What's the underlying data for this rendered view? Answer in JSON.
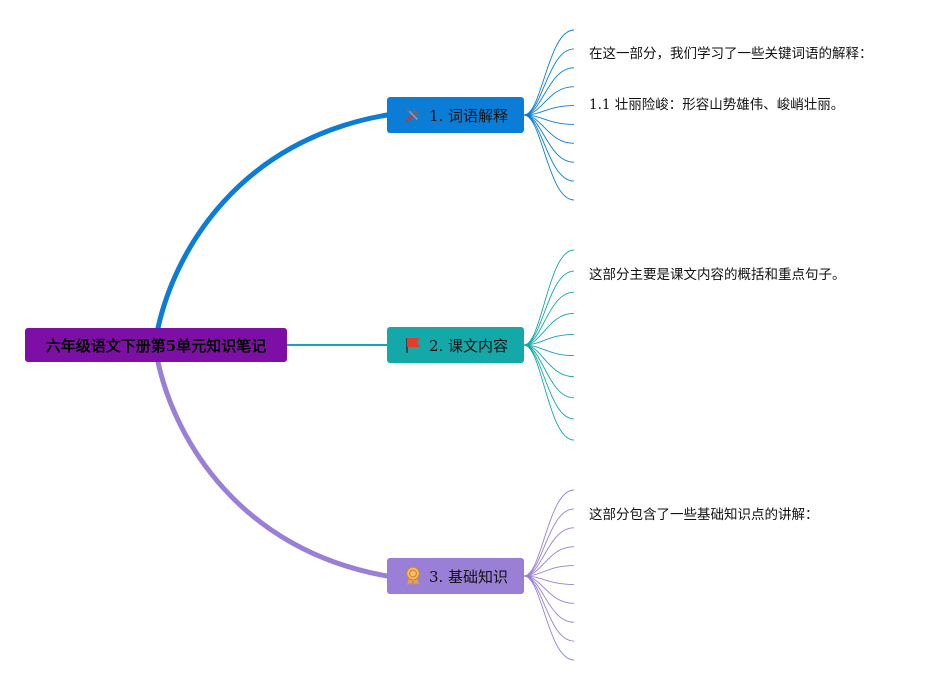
{
  "root": {
    "label": "六年级语文下册第5单元知识笔记",
    "color": "#7d0fa7"
  },
  "branches": [
    {
      "label": "1. 词语解释",
      "icon": "tools-icon",
      "color": "#0b7dd6",
      "notes": [
        "在这一部分，我们学习了一些关键词语的解释：",
        "1.1 壮丽险峻：形容山势雄伟、峻峭壮丽。"
      ]
    },
    {
      "label": "2. 课文内容",
      "icon": "flag-icon",
      "color": "#14a8a8",
      "notes": [
        "这部分主要是课文内容的概括和重点句子。"
      ]
    },
    {
      "label": "3. 基础知识",
      "icon": "award-medal-icon",
      "color": "#9a7fd7",
      "notes": [
        "这部分包含了一些基础知识点的讲解："
      ]
    }
  ]
}
